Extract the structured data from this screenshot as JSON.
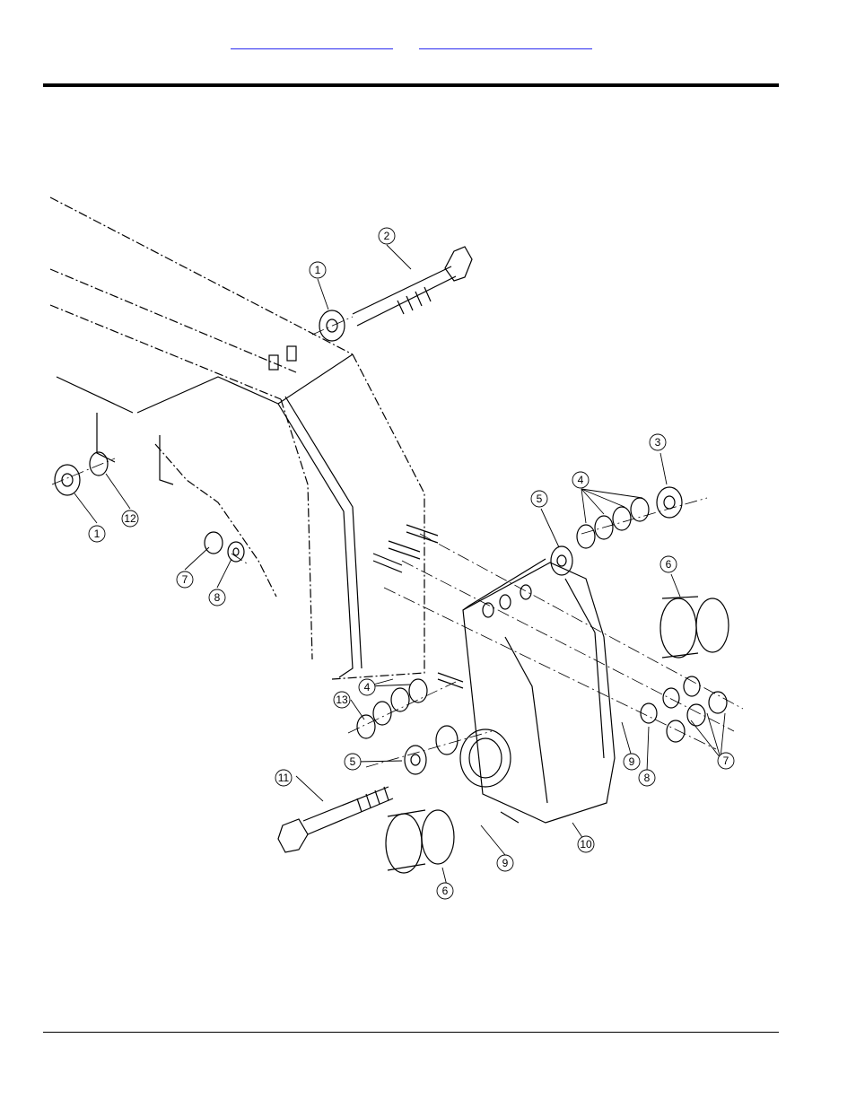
{
  "header": {
    "nav_links": [
      "",
      ""
    ]
  },
  "diagram": {
    "callouts": [
      {
        "id": "c1a",
        "label": "1"
      },
      {
        "id": "c2",
        "label": "2"
      },
      {
        "id": "c1b",
        "label": "1"
      },
      {
        "id": "c12",
        "label": "12"
      },
      {
        "id": "c7a",
        "label": "7"
      },
      {
        "id": "c8a",
        "label": "8"
      },
      {
        "id": "c3",
        "label": "3"
      },
      {
        "id": "c4a",
        "label": "4"
      },
      {
        "id": "c5a",
        "label": "5"
      },
      {
        "id": "c6a",
        "label": "6"
      },
      {
        "id": "c4b",
        "label": "4"
      },
      {
        "id": "c13",
        "label": "13"
      },
      {
        "id": "c5b",
        "label": "5"
      },
      {
        "id": "c11",
        "label": "11"
      },
      {
        "id": "c9a",
        "label": "9"
      },
      {
        "id": "c8b",
        "label": "8"
      },
      {
        "id": "c7b",
        "label": "7"
      },
      {
        "id": "c10",
        "label": "10"
      },
      {
        "id": "c9b",
        "label": "9"
      },
      {
        "id": "c6b",
        "label": "6"
      }
    ]
  }
}
